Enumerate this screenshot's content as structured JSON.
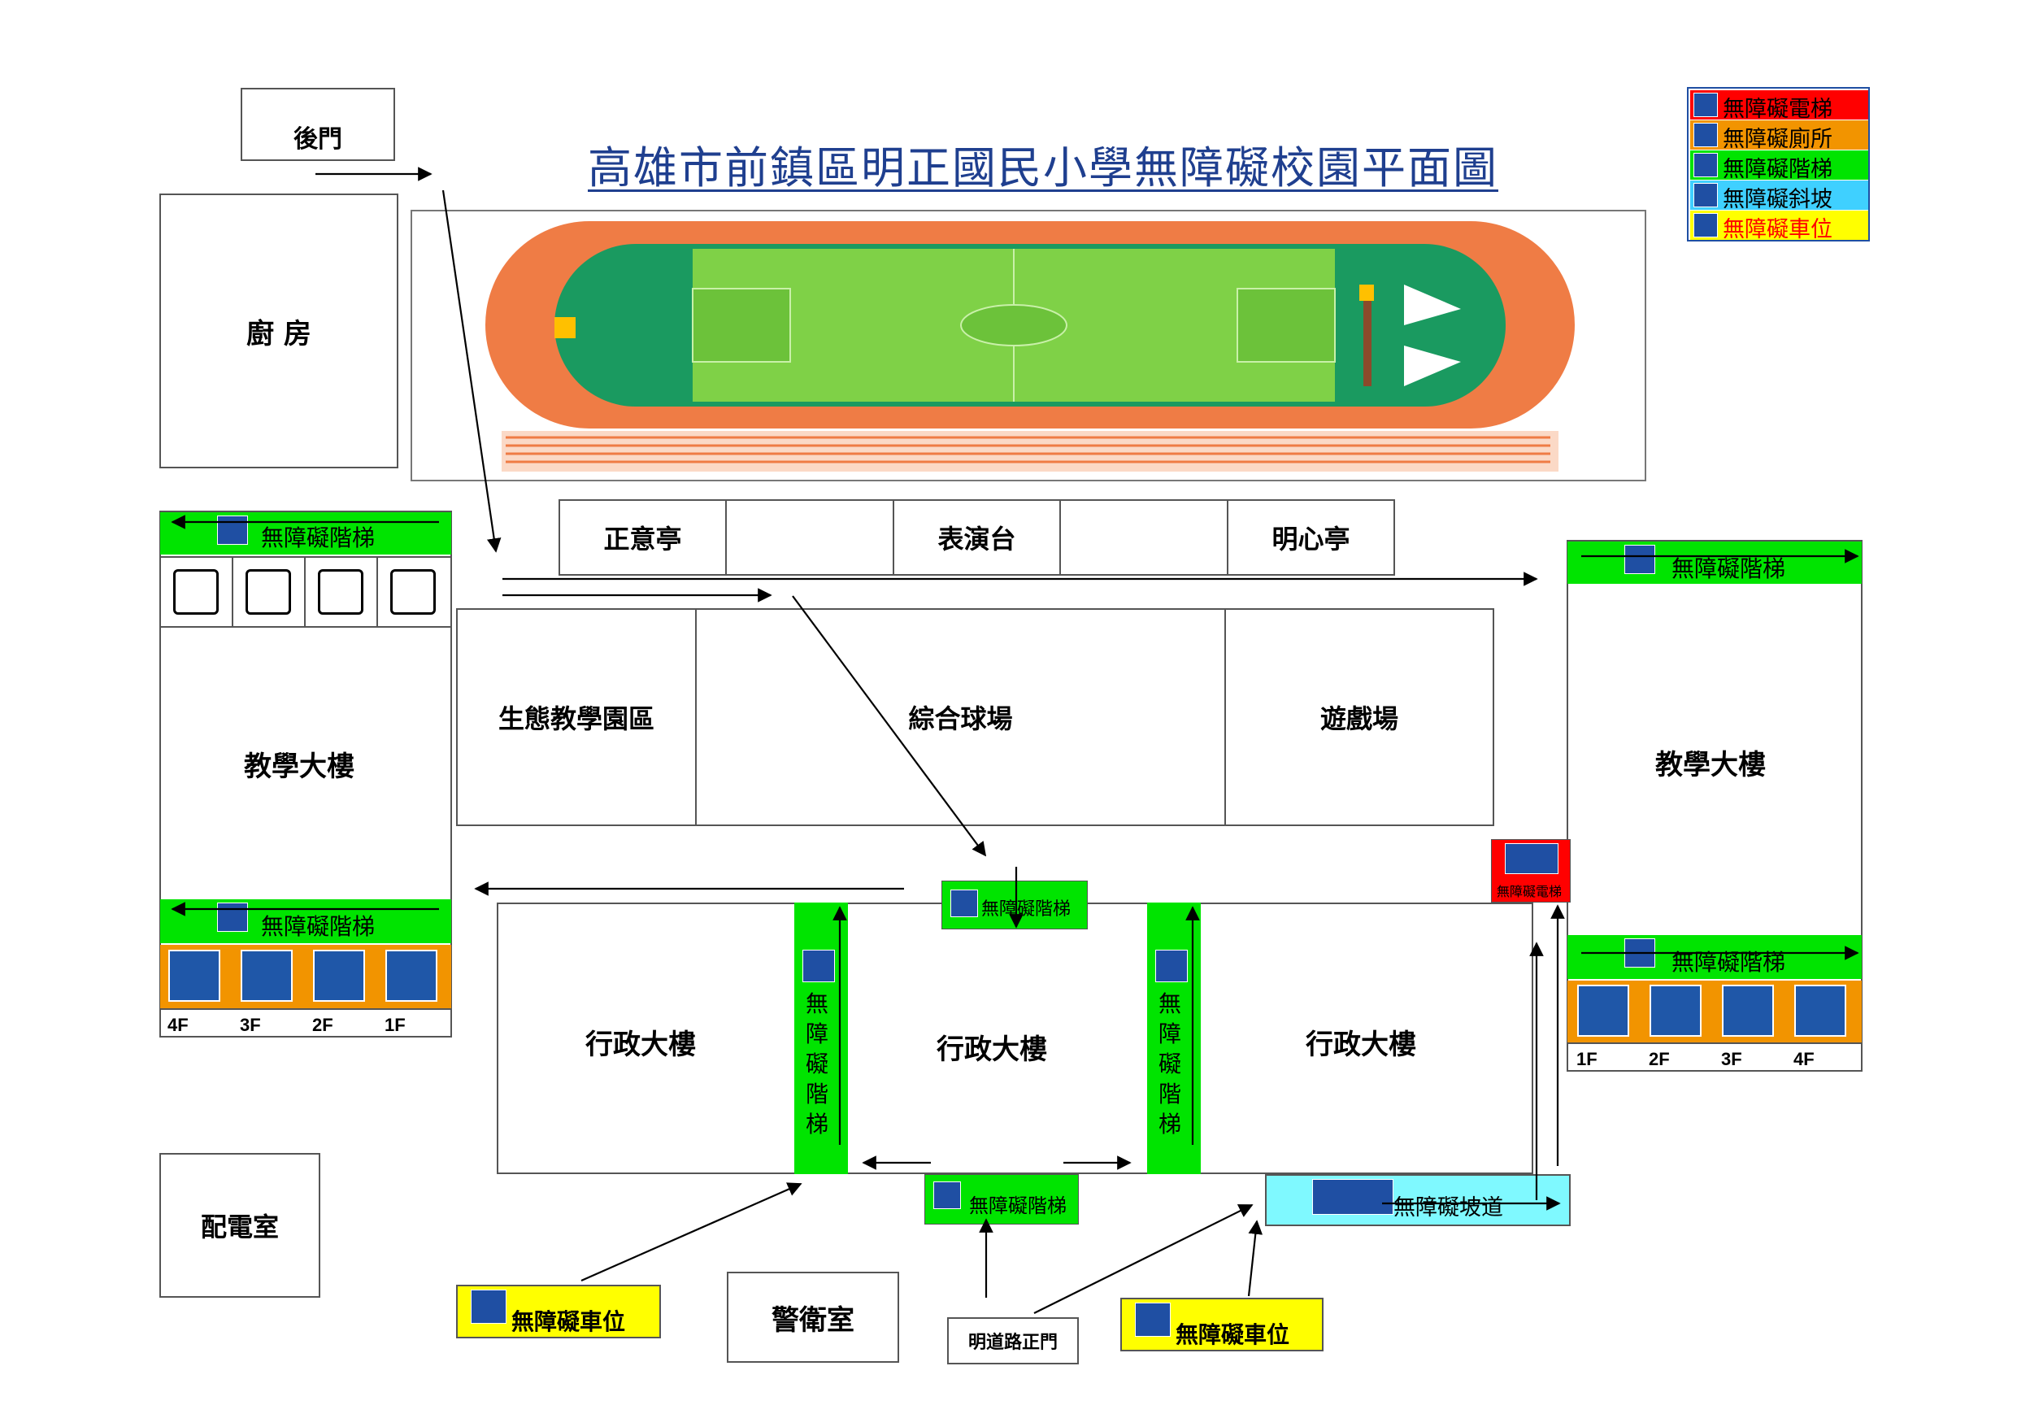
{
  "title": "高雄市前鎮區明正國民小學無障礙校園平面圖",
  "legend": {
    "items": [
      {
        "label": "無障礙電梯",
        "color": "#ff0000",
        "text_color": "#000000"
      },
      {
        "label": "無障礙廁所",
        "color": "#f29400",
        "text_color": "#000000"
      },
      {
        "label": "無障礙階梯",
        "color": "#00e400",
        "text_color": "#000000"
      },
      {
        "label": "無障礙斜坡",
        "color": "#3fd0ff",
        "text_color": "#000000"
      },
      {
        "label": "無障礙車位",
        "color": "#ffff00",
        "text_color": "#ff0000"
      }
    ]
  },
  "places": {
    "back_gate": "後門",
    "kitchen": "廚 房",
    "pavilion_zhengyi": "正意亭",
    "stage": "表演台",
    "pavilion_mingxin": "明心亭",
    "eco_garden": "生態教學園區",
    "sports_court": "綜合球場",
    "playground": "遊戲場",
    "teaching_left": "教學大樓",
    "teaching_right": "教學大樓",
    "admin_1": "行政大樓",
    "admin_2": "行政大樓",
    "admin_3": "行政大樓",
    "power_room": "配電室",
    "guard_room": "警衛室",
    "main_gate": "明道路正門"
  },
  "facilities": {
    "stairs": "無障礙階梯",
    "ramp": "無障礙坡道",
    "elevator": "無障礙電梯",
    "parking": "無障礙車位",
    "stairs_vertical": [
      "無",
      "障",
      "礙",
      "階",
      "梯"
    ]
  },
  "floors_left": [
    "4F",
    "3F",
    "2F",
    "1F"
  ],
  "floors_right": [
    "1F",
    "2F",
    "3F",
    "4F"
  ],
  "colors": {
    "stairs_green": "#00e400",
    "ramp_cyan": "#7ff9ff",
    "elevator_red": "#ff0000",
    "toilet_orange": "#f29400",
    "parking_yellow": "#ffff00",
    "sign_blue": "#1f4fa3",
    "title_blue": "#1f3f8f",
    "track_orange": "#ef7c45",
    "field_green": "#7fd147",
    "track_inner": "#1a9a60"
  }
}
